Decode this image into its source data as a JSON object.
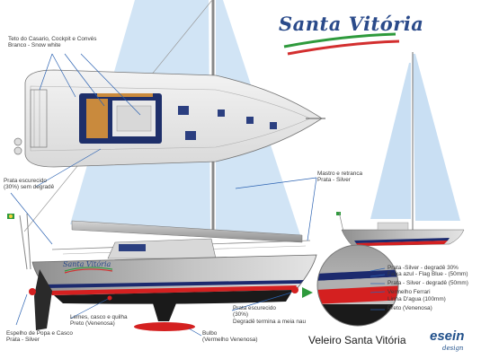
{
  "brand": {
    "name": "Santa Vitória"
  },
  "hull_lettering": "Santa Vitória",
  "title": "Veleiro Santa Vitória",
  "logo": {
    "main": "esein",
    "sub": "design"
  },
  "colors": {
    "background": "#ffffff",
    "sky_blue": "#c9dff3",
    "hull_silver": "#b7b7b7",
    "bottom_red": "#d42020",
    "boot_black": "#1a1a1a",
    "stripe_blue": "#1c2a6e",
    "flag_green": "#2e9a3c",
    "flag_red": "#d32f2f"
  },
  "labels": {
    "deck": [
      "Teto do Casario, Cockpit e Convés",
      "Branco - Snow white"
    ],
    "prata_escurecido": [
      "Prata escurecido",
      "(30%) sem degradê"
    ],
    "mastro": [
      "Mastro e retranca",
      "Prata - Silver"
    ],
    "lemes": [
      "Lemes, casco e quilha",
      "Preto (Venenosa)"
    ],
    "espelho": [
      "Espelho de Popa e Casco",
      "Prata - Silver"
    ],
    "prata_degrade": [
      "Prata escurecido",
      "(30%)",
      "Degradê termina a meia nau"
    ],
    "bulbo": [
      "Bulbo",
      "(Vermelho Venenosa)"
    ],
    "detail": [
      "Prata -Silver - degradê 30%",
      "Faixa azul - Flag Blue - (50mm)",
      "Prata - Silver - degradê (50mm)",
      "Vermelho Ferrari",
      "Linha D'agua (100mm)",
      "Preto (Venenosa)"
    ]
  }
}
